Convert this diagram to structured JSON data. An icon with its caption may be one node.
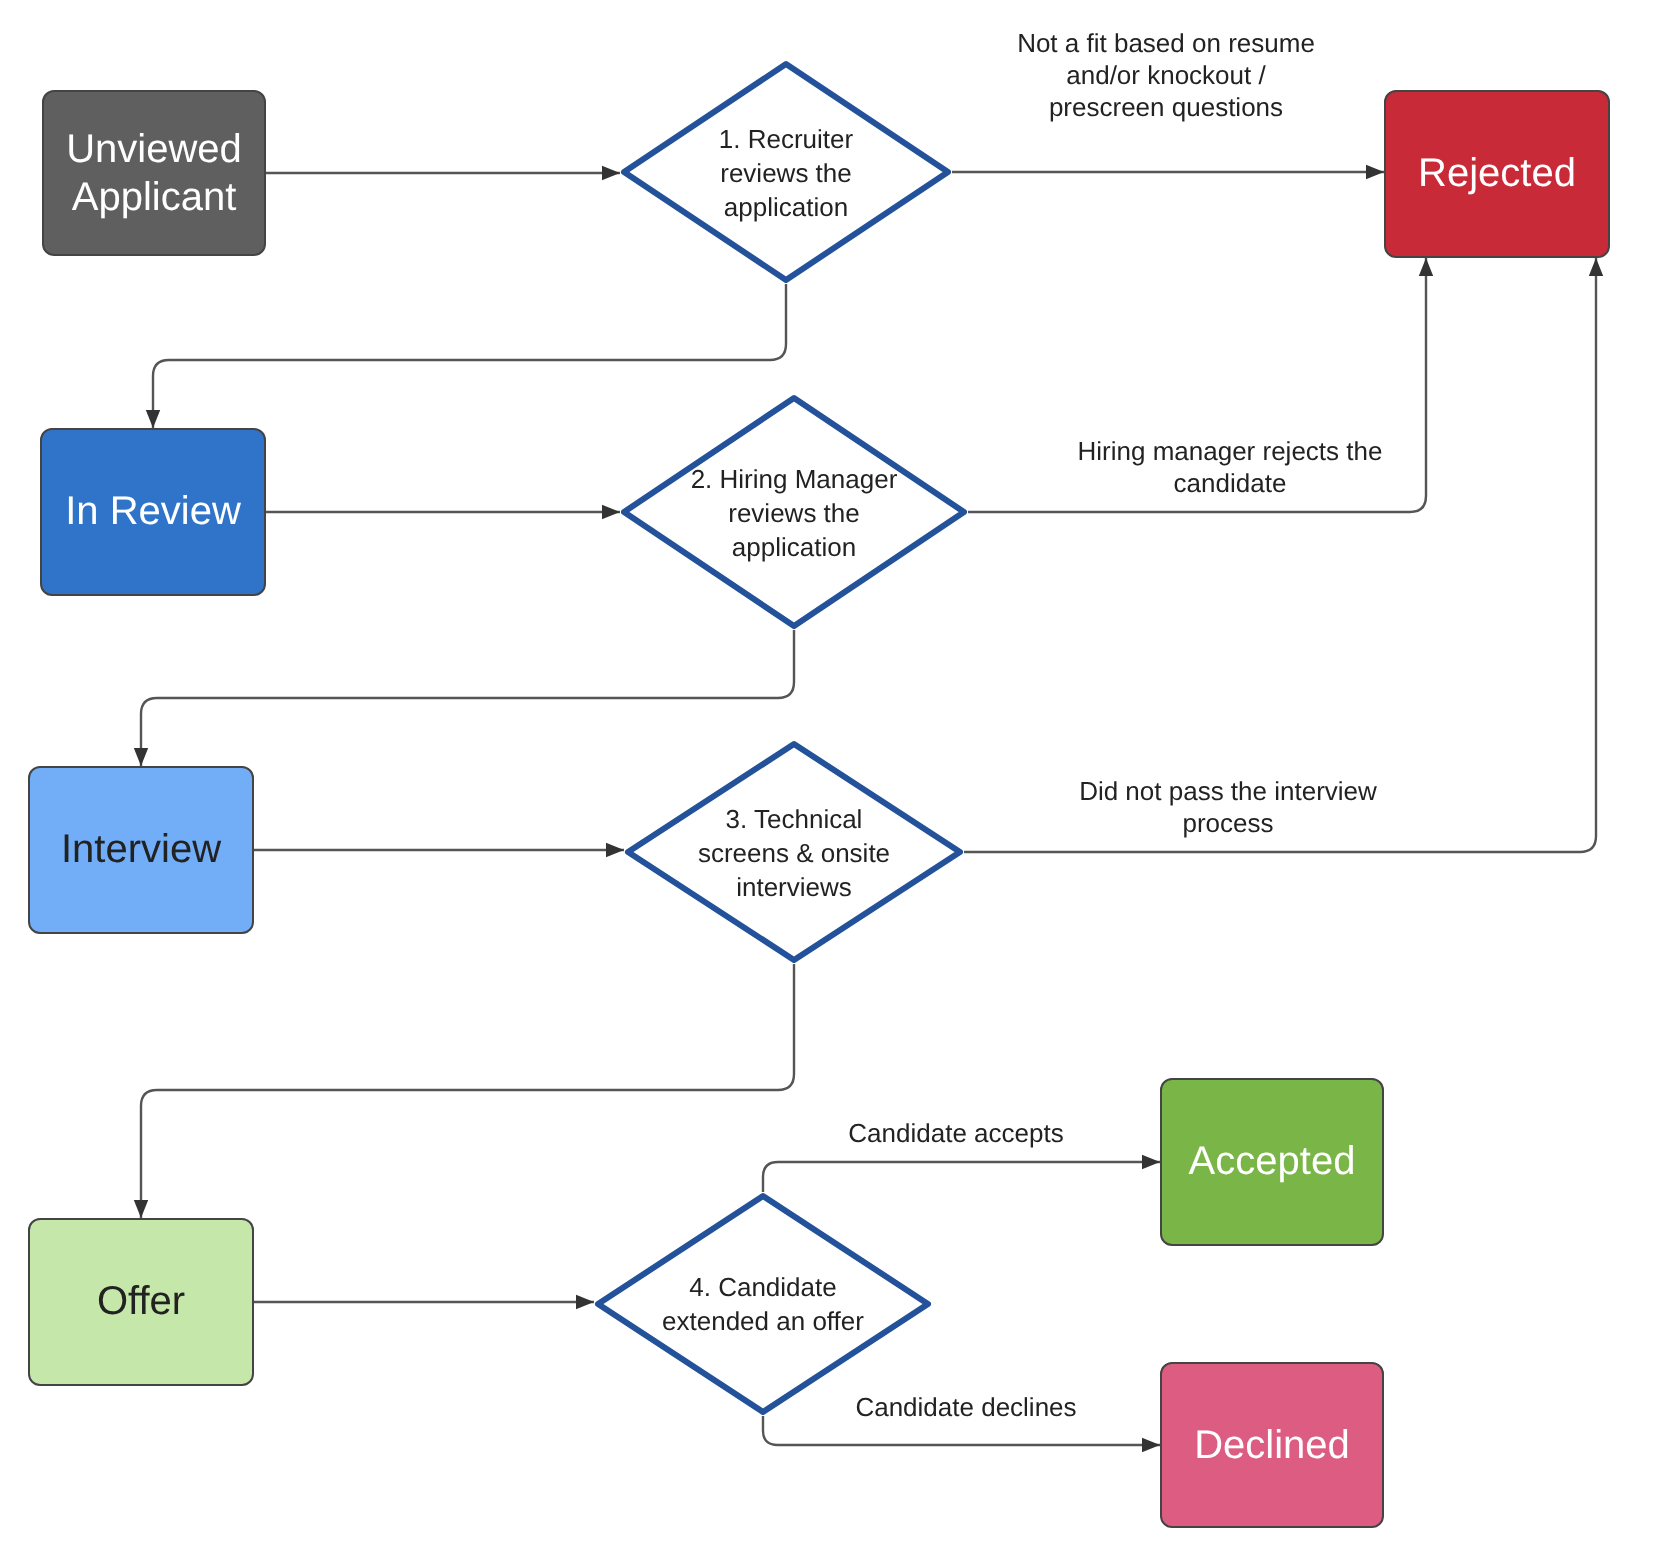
{
  "diagram": {
    "nodes": [
      {
        "text": [
          "Unviewed Applicant"
        ]
      },
      {
        "text": [
          "1. Recruiter reviews the application"
        ]
      },
      {
        "text": [
          "Rejected"
        ]
      },
      {
        "text": [
          "In Review"
        ]
      },
      {
        "text": [
          "2. Hiring Manager reviews the application"
        ]
      },
      {
        "text": [
          "Interview"
        ]
      },
      {
        "text": [
          "3. Technical screens & onsite interviews"
        ]
      },
      {
        "text": [
          "Offer"
        ]
      },
      {
        "text": [
          "4. Candidate extended an offer"
        ]
      },
      {
        "text": [
          "Accepted"
        ]
      },
      {
        "text": [
          "Declined"
        ]
      }
    ],
    "edges": [
      {
        "from": 0,
        "to": 1,
        "arrow": "to"
      },
      {
        "from": 1,
        "to": 2,
        "arrow": "to",
        "label": "Not a fit based on resume and/or knockout / prescreen questions"
      },
      {
        "from": 1,
        "to": 3,
        "arrow": "to"
      },
      {
        "from": 3,
        "to": 4,
        "arrow": "to"
      },
      {
        "from": 4,
        "to": 2,
        "arrow": "to",
        "label": "Hiring manager rejects the candidate"
      },
      {
        "from": 4,
        "to": 5,
        "arrow": "to"
      },
      {
        "from": 5,
        "to": 6,
        "arrow": "to"
      },
      {
        "from": 6,
        "to": 2,
        "arrow": "to",
        "label": "Did not pass the interview process"
      },
      {
        "from": 6,
        "to": 7,
        "arrow": "to"
      },
      {
        "from": 7,
        "to": 8,
        "arrow": "to"
      },
      {
        "from": 8,
        "to": 9,
        "arrow": "to",
        "label": "Candidate accepts"
      },
      {
        "from": 8,
        "to": 10,
        "arrow": "to",
        "label": "Candidate declines"
      }
    ]
  }
}
